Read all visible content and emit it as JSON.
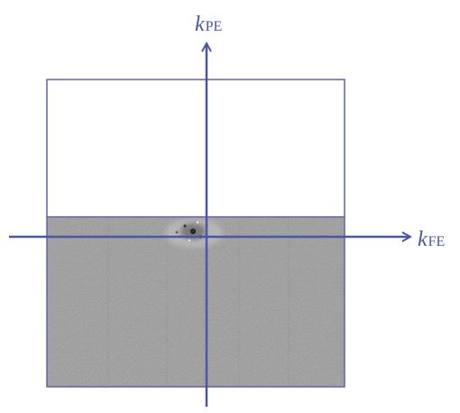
{
  "diagram": {
    "axes": {
      "vertical": {
        "symbol": "k",
        "subscript": "PE"
      },
      "horizontal": {
        "symbol": "k",
        "subscript": "FE"
      }
    },
    "colors": {
      "axis": "#4a56a6",
      "frame": "#5e64a8",
      "acquired_region": "#9b9b9b",
      "unacquired_region": "#ffffff",
      "signal_center": "#2a2a2a"
    }
  }
}
